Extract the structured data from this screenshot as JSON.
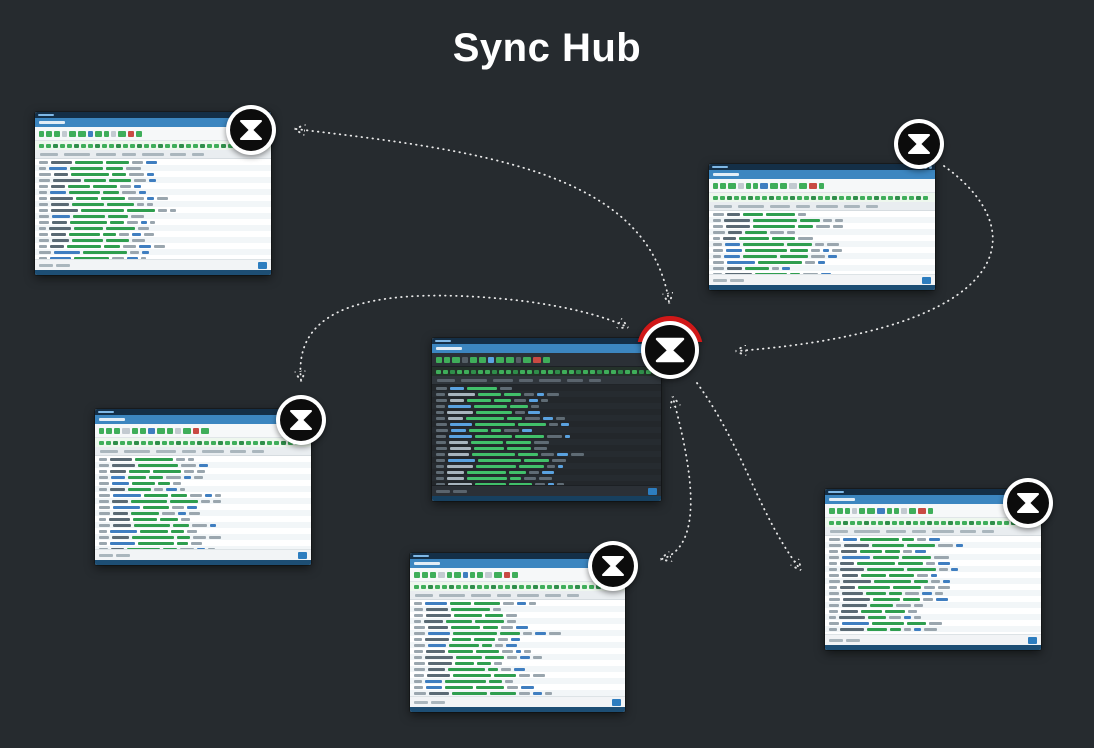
{
  "header": {
    "title": "Sync Hub"
  },
  "colors": {
    "canvas_background": "#262b2f",
    "connector": "#f5f5f5",
    "node_outer_ring": "#ffffff",
    "node_inner": "#0c0c0c",
    "hub_accent_red": "#d01818",
    "window_titlebar_blue": "#3c86c0",
    "window_chrome_dark_blue": "#142f47",
    "window_footer_blue": "#1d4e74",
    "toolbar_green": "#3fae5a",
    "row_text_green": "#2f9e4f",
    "row_text_blue": "#3f7ec0",
    "dark_window_background": "#23272b"
  },
  "diagram": {
    "hub": {
      "id": "hub",
      "window_theme": "dark",
      "badge": "red-arc"
    },
    "peers": [
      {
        "id": "peer-top-left",
        "window_theme": "light"
      },
      {
        "id": "peer-top-right",
        "window_theme": "light"
      },
      {
        "id": "peer-mid-left",
        "window_theme": "light"
      },
      {
        "id": "peer-bottom-center",
        "window_theme": "light"
      },
      {
        "id": "peer-bottom-right",
        "window_theme": "light"
      }
    ],
    "edges": [
      {
        "from": "hub",
        "to": "peer-top-left",
        "bidirectional": true
      },
      {
        "from": "peer-mid-left",
        "to": "hub",
        "bidirectional": true
      },
      {
        "from": "peer-bottom-center",
        "to": "hub",
        "bidirectional": true
      },
      {
        "from": "peer-top-right",
        "to": "hub",
        "bidirectional": false
      },
      {
        "from": "hub",
        "to": "peer-bottom-right",
        "bidirectional": false
      }
    ]
  }
}
